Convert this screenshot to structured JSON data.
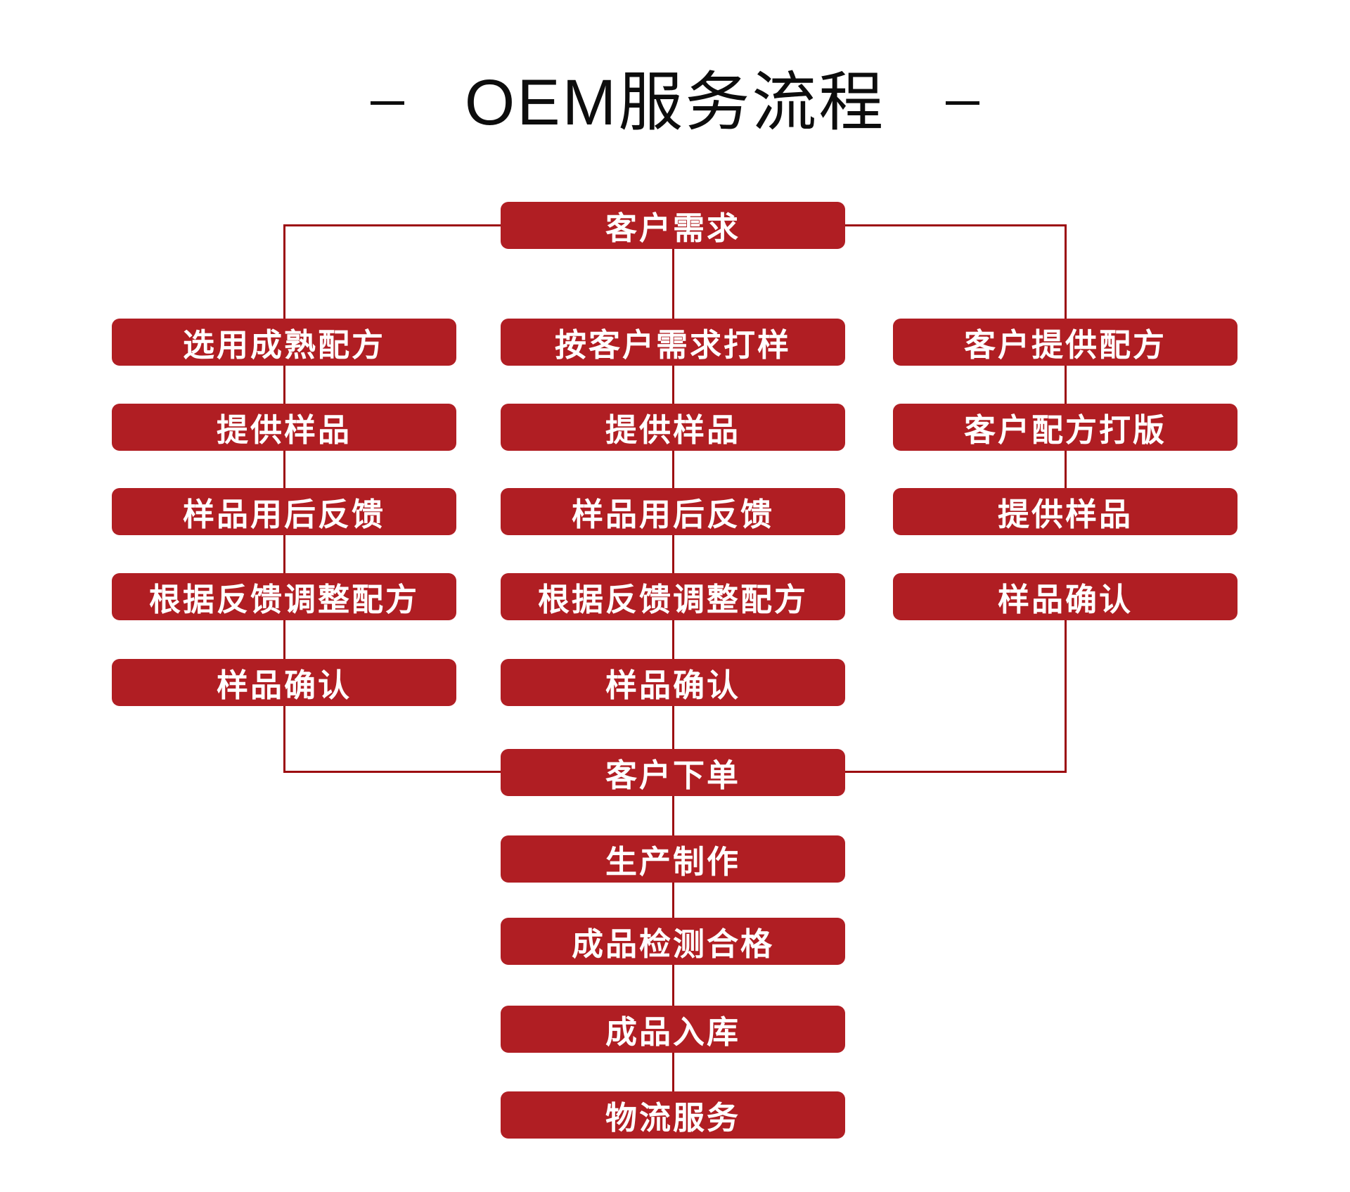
{
  "title": {
    "text": "OEM服务流程"
  },
  "colors": {
    "box": "#B01E23",
    "line": "#9C0B10",
    "node_text": "#FFFFFF",
    "title_text": "#0D0D0D",
    "background": "#FFFFFF"
  },
  "flow": {
    "start": {
      "label": "客户需求"
    },
    "columns": [
      {
        "name": "mature-formula-path",
        "steps": [
          "选用成熟配方",
          "提供样品",
          "样品用后反馈",
          "根据反馈调整配方",
          "样品确认"
        ]
      },
      {
        "name": "sample-per-demand-path",
        "steps": [
          "按客户需求打样",
          "提供样品",
          "样品用后反馈",
          "根据反馈调整配方",
          "样品确认"
        ]
      },
      {
        "name": "customer-formula-path",
        "steps": [
          "客户提供配方",
          "客户配方打版",
          "提供样品",
          "样品确认"
        ]
      }
    ],
    "tail": [
      "客户下单",
      "生产制作",
      "成品检测合格",
      "成品入库",
      "物流服务"
    ]
  }
}
